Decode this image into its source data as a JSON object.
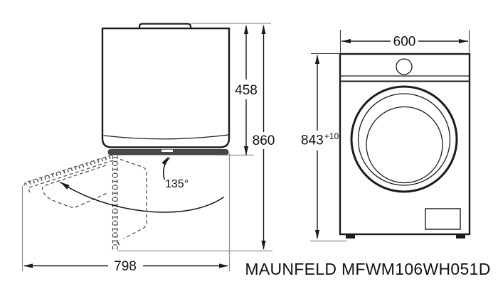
{
  "diagram": {
    "side_view": {
      "depth_label": "458",
      "total_depth_label": "860",
      "clearance_label": "798",
      "door_angle_label": "135°"
    },
    "front_view": {
      "width_label": "600",
      "height_label": "843",
      "height_tolerance_label": "+10"
    },
    "model_label": "MAUNFELD MFWM106WH051D",
    "colors": {
      "line": "#1b1b1b",
      "extension_line": "#8f8f8f",
      "door_band_fill": "#474747",
      "background": "#ffffff"
    }
  }
}
